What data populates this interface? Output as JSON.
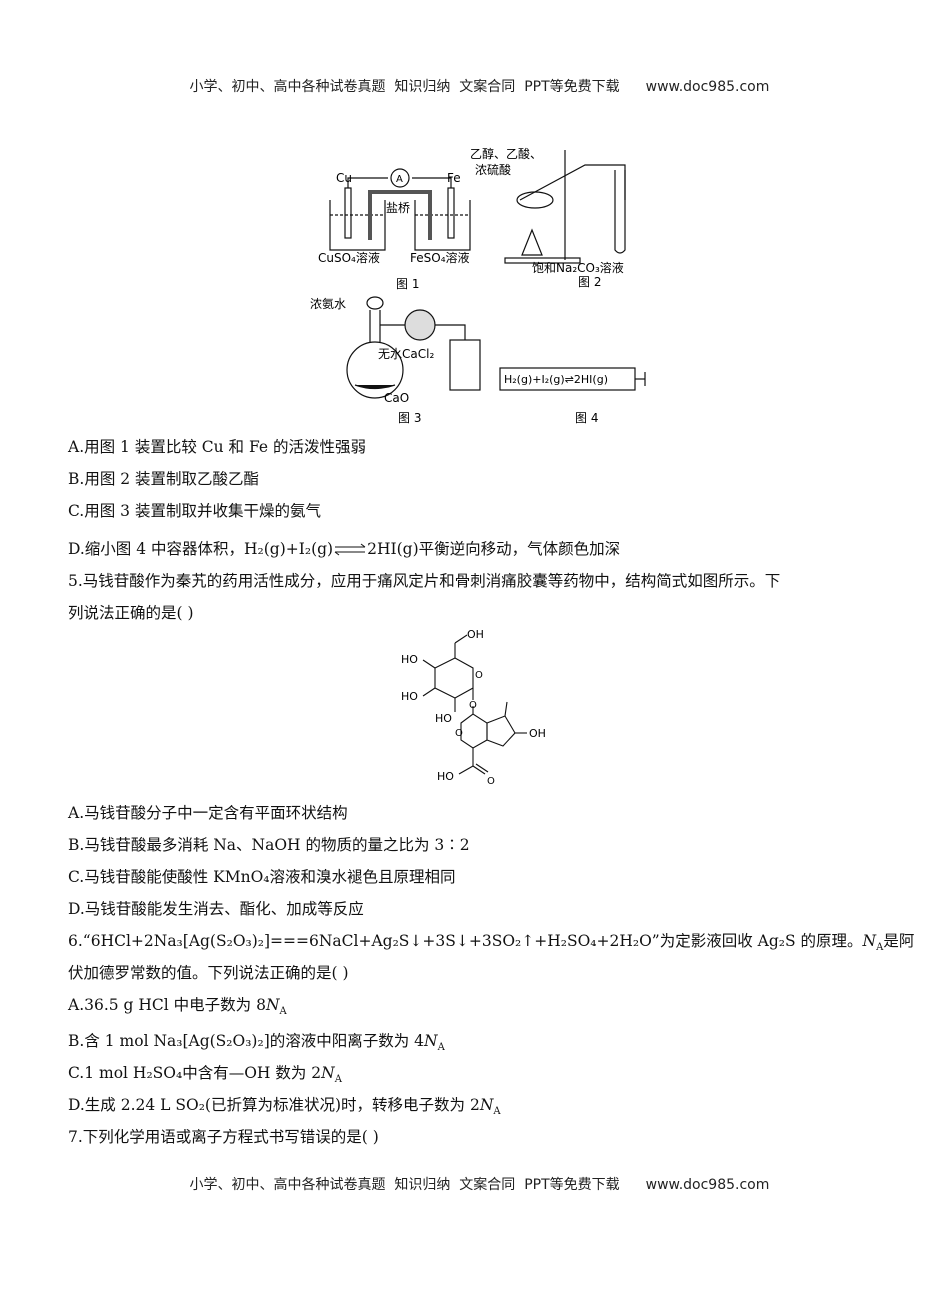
{
  "header": {
    "text": "小学、初中、高中各种试卷真题  知识归纳  文案合同  PPT等免费下载",
    "site": "www.doc985.com"
  },
  "figures": {
    "fig1": {
      "cu": "Cu",
      "fe": "Fe",
      "ammeter": "A",
      "salt_bridge": "盐桥",
      "left_solution": "CuSO₄溶液",
      "right_solution": "FeSO₄溶液",
      "caption": "图 1"
    },
    "fig2": {
      "reagents_line1": "乙醇、乙酸、",
      "reagents_line2": "浓硫酸",
      "receiver": "饱和Na₂CO₃溶液",
      "caption": "图 2"
    },
    "fig3": {
      "ammonia": "浓氨水",
      "drier": "无水CaCl₂",
      "solid": "CaO",
      "caption": "图 3"
    },
    "fig4": {
      "equation": "H₂(g)+I₂(g)⇌2HI(g)",
      "caption": "图 4"
    }
  },
  "q4": {
    "a": "A.用图 1 装置比较 Cu 和 Fe 的活泼性强弱",
    "b": "B.用图 2 装置制取乙酸乙酯",
    "c": "C.用图 3 装置制取并收集干燥的氨气",
    "d_pre": "D.缩小图 4 中容器体积，H₂(g)+I₂(g)",
    "d_post": "2HI(g)平衡逆向移动，气体颜色加深"
  },
  "q5": {
    "stem_line1": "5.马钱苷酸作为秦艽的药用活性成分，应用于痛风定片和骨刺消痛胶囊等药物中，结构简式如图所示。下",
    "stem_line2": "列说法正确的是(        )",
    "structure": {
      "oh_top": "OH",
      "ho_1": "HO",
      "ho_2": "HO",
      "ho_3": "HO",
      "oh_right": "OH",
      "ho_acid": "HO",
      "o_ring": "O",
      "o_link": "O",
      "o_ring2": "O",
      "o_carbonyl": "O"
    },
    "a": "A.马钱苷酸分子中一定含有平面环状结构",
    "b": "B.马钱苷酸最多消耗 Na、NaOH 的物质的量之比为 3∶2",
    "c": "C.马钱苷酸能使酸性 KMnO₄溶液和溴水褪色且原理相同",
    "d": "D.马钱苷酸能发生消去、酯化、加成等反应"
  },
  "q6": {
    "stem_line1_pre": "6.“6HCl+2Na₃[Ag(S₂O₃)₂]===6NaCl+Ag₂S↓+3S↓+3SO₂↑+H₂SO₄+2H₂O”为定影液回收 Ag₂S 的原理。",
    "na": "N",
    "na_sub": "A",
    "stem_line1_post": "是阿",
    "stem_line2": "伏加德罗常数的值。下列说法正确的是(        )",
    "a_pre": "A.36.5 g HCl 中电子数为 8",
    "b_pre": "B.含 1 mol Na₃[Ag(S₂O₃)₂]的溶液中阳离子数为 4",
    "c_pre": "C.1 mol H₂SO₄中含有—OH 数为 2",
    "d_pre": "D.生成 2.24 L SO₂(已折算为标准状况)时，转移电子数为 2"
  },
  "q7": {
    "stem": "7.下列化学用语或离子方程式书写错误的是(        )"
  },
  "footer": {
    "text": "小学、初中、高中各种试卷真题  知识归纳  文案合同  PPT等免费下载",
    "site": "www.doc985.com"
  }
}
